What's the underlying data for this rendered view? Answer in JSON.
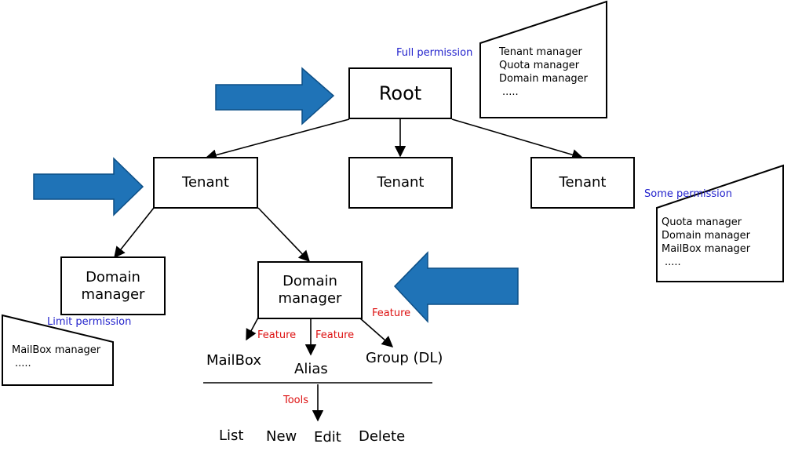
{
  "nodes": {
    "root": "Root",
    "tenant_left": "Tenant",
    "tenant_mid": "Tenant",
    "tenant_right": "Tenant",
    "domain_manager_left": [
      "Domain",
      "manager"
    ],
    "domain_manager_mid": [
      "Domain",
      "manager"
    ]
  },
  "permissions": {
    "full": "Full permission",
    "some": "Some permission",
    "limit": "Limit permission"
  },
  "notes": {
    "full": [
      "Tenant manager",
      "Quota manager",
      "Domain manager",
      "....."
    ],
    "some": [
      "Quota manager",
      "Domain manager",
      "MailBox manager",
      "....."
    ],
    "limit": [
      "MailBox manager",
      "....."
    ]
  },
  "features": {
    "mailbox": "MailBox",
    "alias": "Alias",
    "group": "Group (DL)",
    "feature_label": "Feature"
  },
  "tools": {
    "label": "Tools",
    "items": [
      "List",
      "New",
      "Edit",
      "Delete"
    ]
  },
  "colors": {
    "arrow_fill": "#1f73b7",
    "arrow_stroke": "#0d4f86",
    "permission_text": "#2222cc",
    "feature_text": "#dd1111"
  }
}
